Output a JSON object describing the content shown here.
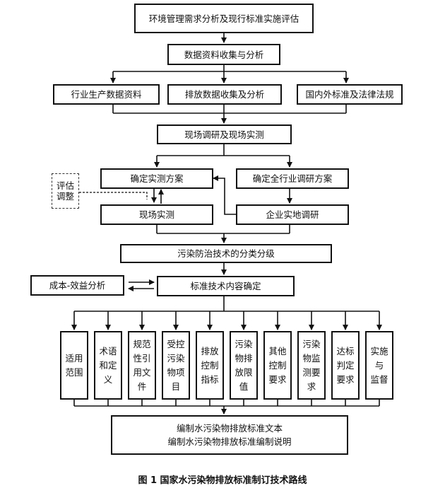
{
  "top": "环境管理需求分析及现行标准实施评估",
  "collect": "数据资料收集与分析",
  "sources": [
    "行业生产数据资料",
    "排放数据收集及分析",
    "国内外标准及法律法规"
  ],
  "survey": "现场调研及现场实测",
  "plan_measure": "确定实测方案",
  "plan_industry": "确定全行业调研方案",
  "eval_adjust_line1": "评估",
  "eval_adjust_line2": "调整",
  "onsite": "现场实测",
  "enterprise": "企业实地调研",
  "classify": "污染防治技术的分类分级",
  "cost_benefit": "成本-效益分析",
  "content": "标准技术内容确定",
  "items": [
    [
      "适用",
      "范围"
    ],
    [
      "术语",
      "和定",
      "义"
    ],
    [
      "规范",
      "性引",
      "用文",
      "件"
    ],
    [
      "受控",
      "污染",
      "物项",
      "目"
    ],
    [
      "排放",
      "控制",
      "指标"
    ],
    [
      "污染",
      "物排",
      "放限",
      "值"
    ],
    [
      "其他",
      "控制",
      "要求"
    ],
    [
      "污染",
      "物监",
      "测要",
      "求"
    ],
    [
      "达标",
      "判定",
      "要求"
    ],
    [
      "实施",
      "与",
      "监督"
    ]
  ],
  "final_line1": "编制水污染物排放标准文本",
  "final_line2": "编制水污染物排放标准编制说明",
  "caption": "图 1  国家水污染物排放标准制订技术路线"
}
